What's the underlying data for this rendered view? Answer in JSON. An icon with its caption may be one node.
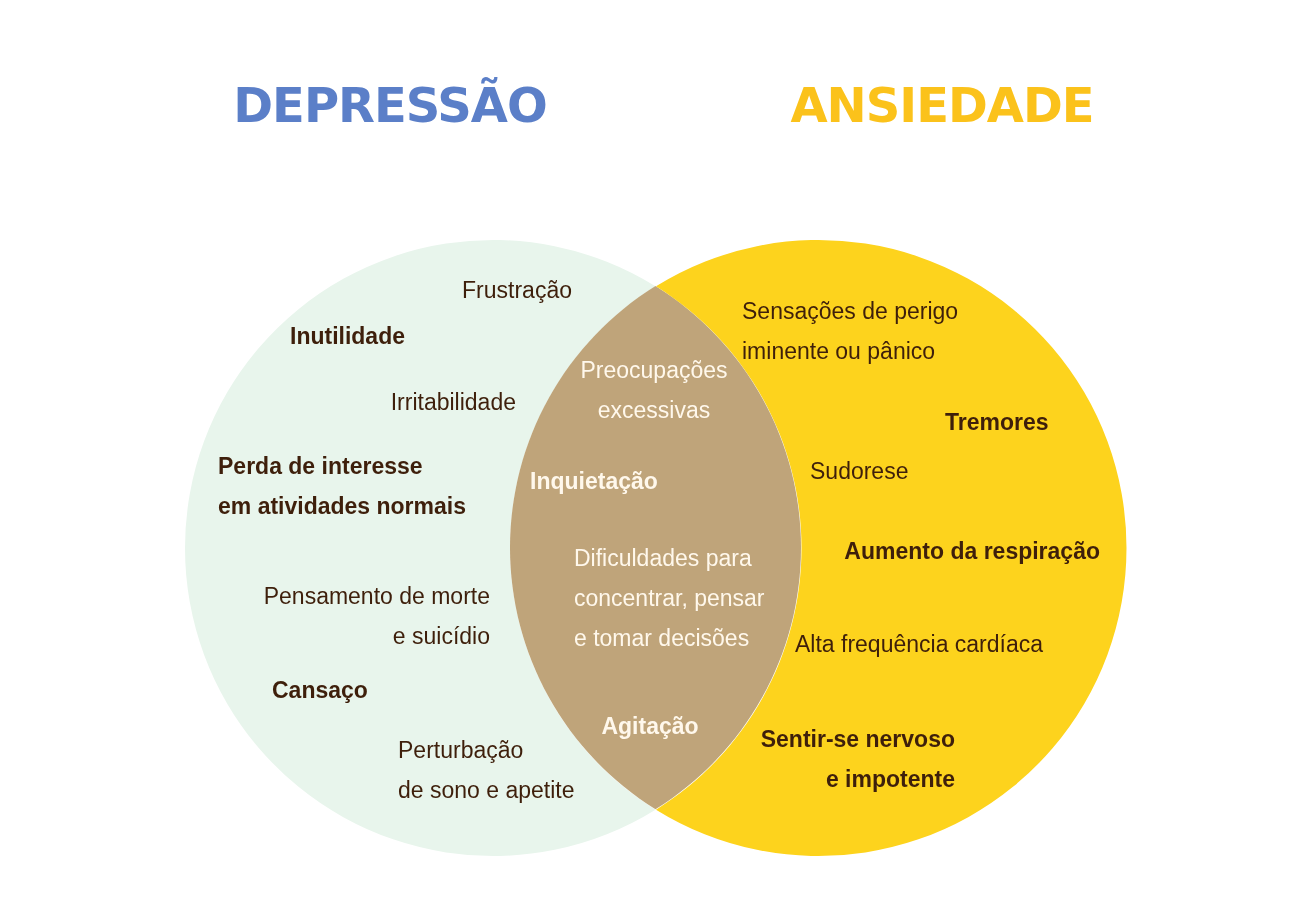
{
  "diagram": {
    "nodes": [
      {
        "text": [
          "DEPRESSÃO",
          "Frustração",
          "Inutilidade",
          "Irritabilidade",
          "Perda de interesse em atividades normais",
          "Pensamento de morte e suicídio",
          "Cansaço",
          "Perturbação de sono e apetite"
        ]
      },
      {
        "text": [
          "Preocupações excessivas",
          "Inquietação",
          "Dificuldades para concentrar, pensar e tomar decisões",
          "Agitação"
        ]
      },
      {
        "text": [
          "ANSIEDADE",
          "Sensações de perigo iminente ou pânico",
          "Tremores",
          "Sudorese",
          "Aumento da respiração",
          "Alta frequência cardíaca",
          "Sentir-se nervoso e impotente"
        ]
      }
    ]
  }
}
